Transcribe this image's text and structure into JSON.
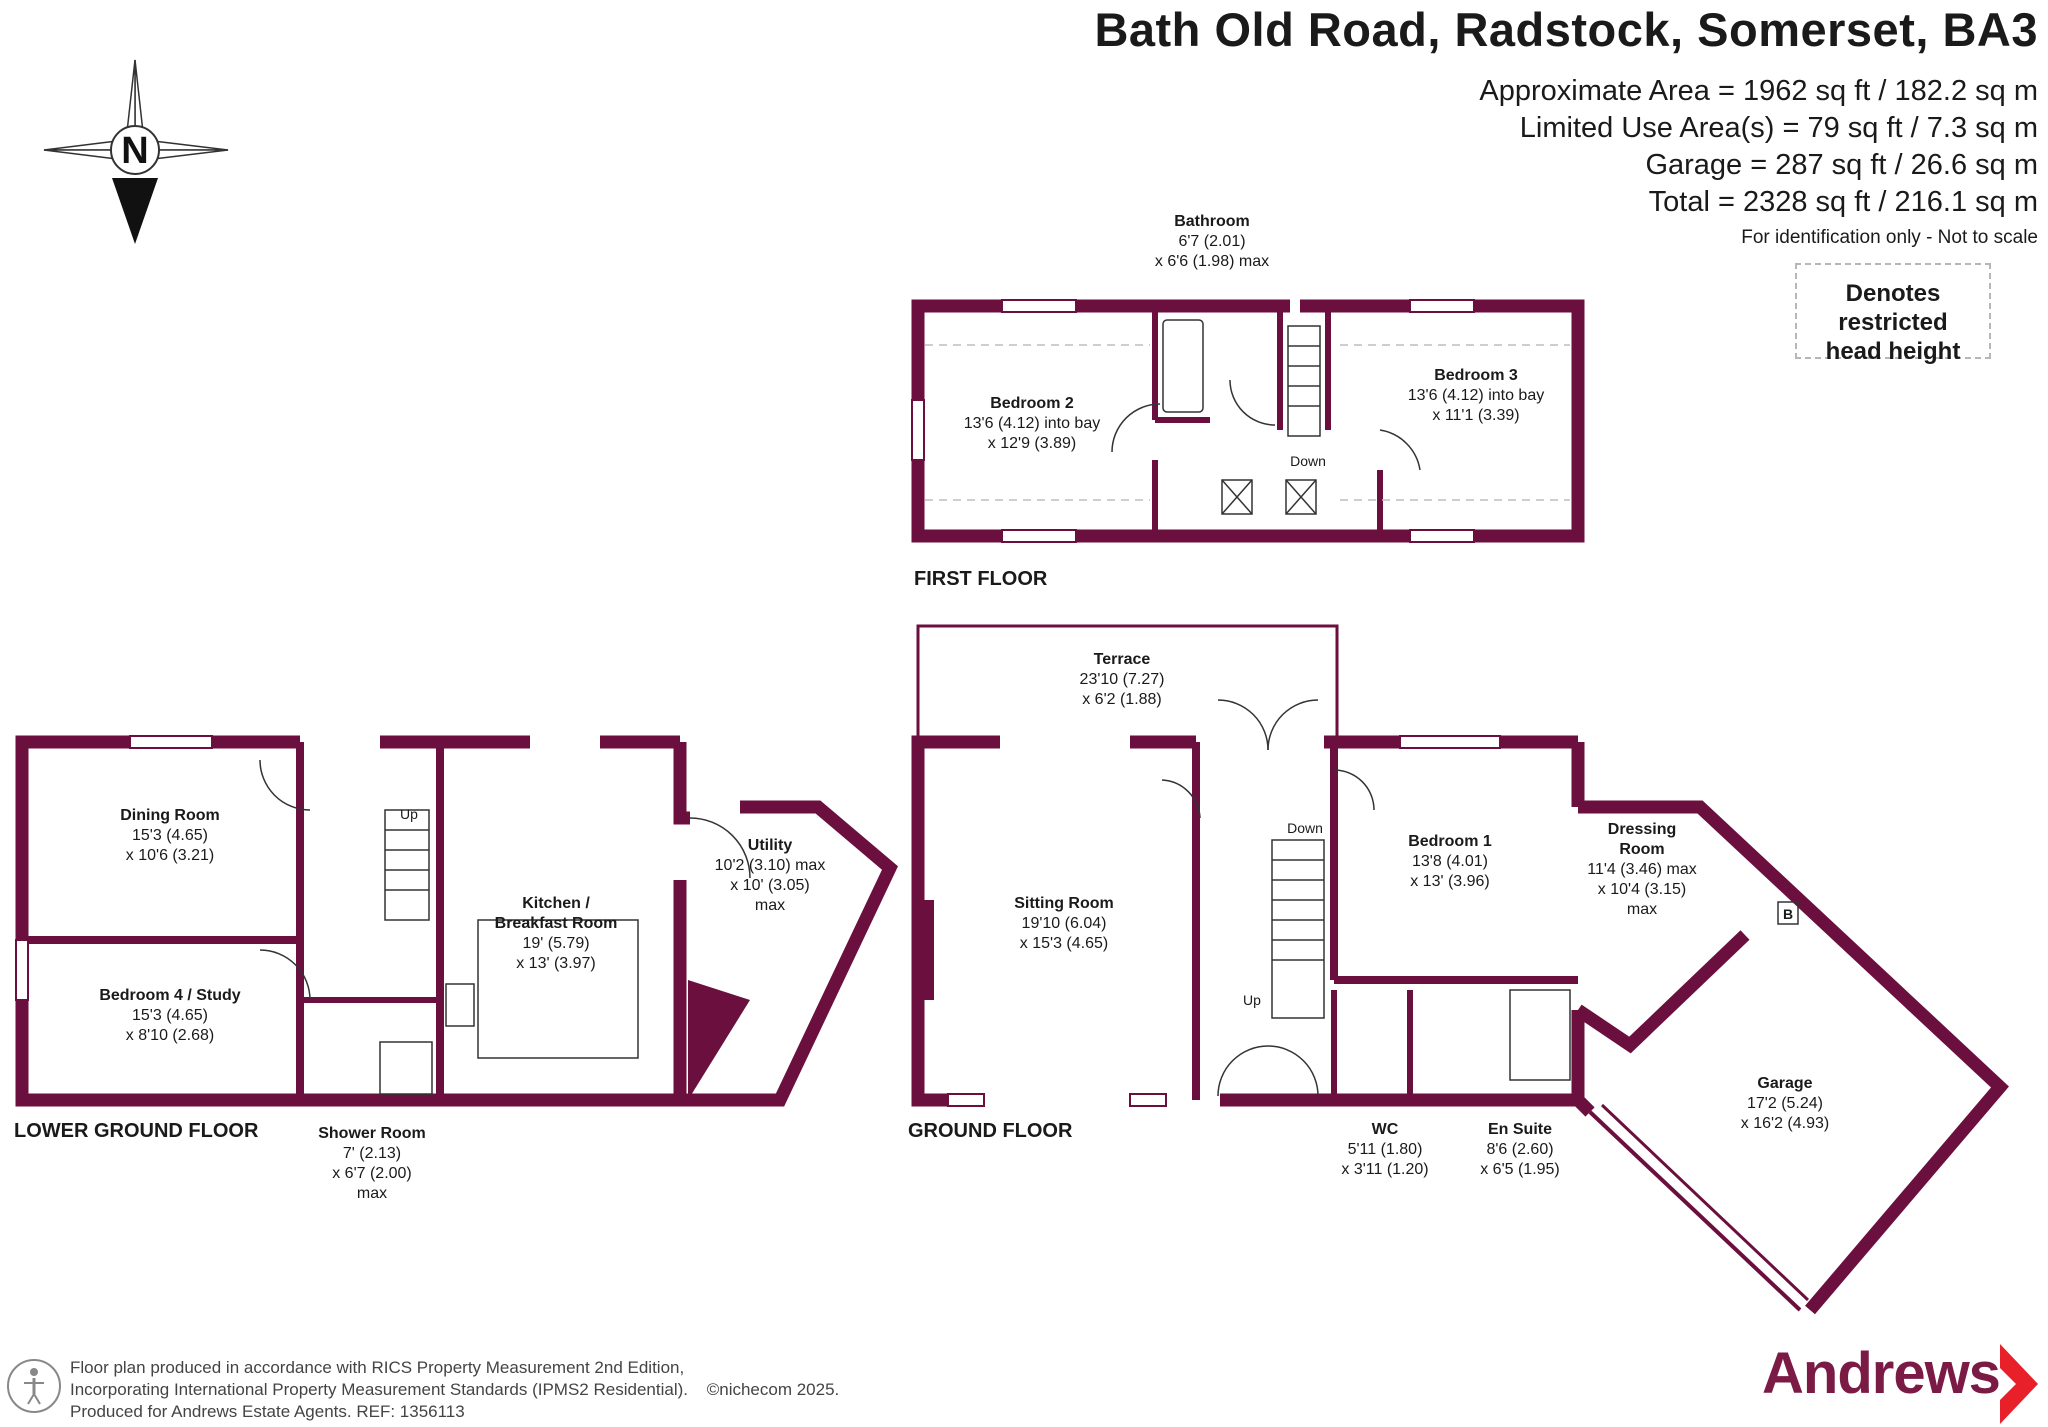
{
  "header": {
    "address": "Bath Old Road, Radstock, Somerset, BA3",
    "approx_area": "Approximate Area = 1962 sq ft / 182.2 sq m",
    "limited_use": "Limited Use Area(s) = 79 sq ft / 7.3 sq m",
    "garage": "Garage = 287 sq ft / 26.6 sq m",
    "total": "Total = 2328 sq ft / 216.1 sq m",
    "identification": "For identification only - Not to scale",
    "restricted_line1": "Denotes restricted",
    "restricted_line2": "head height"
  },
  "compass": {
    "letter": "N"
  },
  "floors": {
    "first": "FIRST FLOOR",
    "ground": "GROUND FLOOR",
    "lower": "LOWER GROUND FLOOR"
  },
  "rooms": {
    "bathroom": {
      "name": "Bathroom",
      "dims": [
        "6'7 (2.01)",
        "x 6'6 (1.98) max"
      ]
    },
    "bedroom2": {
      "name": "Bedroom 2",
      "dims": [
        "13'6 (4.12) into bay",
        "x 12'9 (3.89)"
      ]
    },
    "bedroom3": {
      "name": "Bedroom 3",
      "dims": [
        "13'6 (4.12) into bay",
        "x 11'1 (3.39)"
      ]
    },
    "terrace": {
      "name": "Terrace",
      "dims": [
        "23'10 (7.27)",
        "x 6'2 (1.88)"
      ]
    },
    "sitting": {
      "name": "Sitting Room",
      "dims": [
        "19'10 (6.04)",
        "x 15'3 (4.65)"
      ]
    },
    "bedroom1": {
      "name": "Bedroom 1",
      "dims": [
        "13'8 (4.01)",
        "x 13' (3.96)"
      ]
    },
    "dressing": {
      "name_line1": "Dressing",
      "name_line2": "Room",
      "dims": [
        "11'4 (3.46) max",
        "x 10'4 (3.15)",
        "max"
      ]
    },
    "garage": {
      "name": "Garage",
      "dims": [
        "17'2 (5.24)",
        "x 16'2 (4.93)"
      ]
    },
    "wc": {
      "name": "WC",
      "dims": [
        "5'11 (1.80)",
        "x 3'11 (1.20)"
      ]
    },
    "ensuite": {
      "name": "En Suite",
      "dims": [
        "8'6 (2.60)",
        "x 6'5 (1.95)"
      ]
    },
    "dining": {
      "name": "Dining Room",
      "dims": [
        "15'3 (4.65)",
        "x 10'6 (3.21)"
      ]
    },
    "bedroom4": {
      "name": "Bedroom 4 / Study",
      "dims": [
        "15'3 (4.65)",
        "x 8'10 (2.68)"
      ]
    },
    "kitchen": {
      "name_line1": "Kitchen /",
      "name_line2": "Breakfast Room",
      "dims": [
        "19' (5.79)",
        "x 13' (3.97)"
      ]
    },
    "utility": {
      "name": "Utility",
      "dims": [
        "10'2 (3.10) max",
        "x 10' (3.05)",
        "max"
      ]
    },
    "shower": {
      "name": "Shower Room",
      "dims": [
        "7' (2.13)",
        "x 6'7 (2.00)",
        "max"
      ]
    }
  },
  "stairs": {
    "down_first": "Down",
    "down_ground": "Down",
    "up_ground": "Up",
    "up_lower": "Up"
  },
  "appliance": {
    "garage_boiler": "B"
  },
  "footer": {
    "line1": "Floor plan produced in accordance with RICS Property Measurement 2nd Edition,",
    "line2": "Incorporating International Property Measurement Standards (IPMS2 Residential).",
    "copyright": "©nichecom 2025.",
    "line3": "Produced for Andrews Estate Agents.   REF: 1356113"
  },
  "brand": {
    "name": "Andrews"
  },
  "colors": {
    "wall": "#6b0f3f",
    "accent": "#e8202a",
    "text": "#1a1a1a"
  }
}
